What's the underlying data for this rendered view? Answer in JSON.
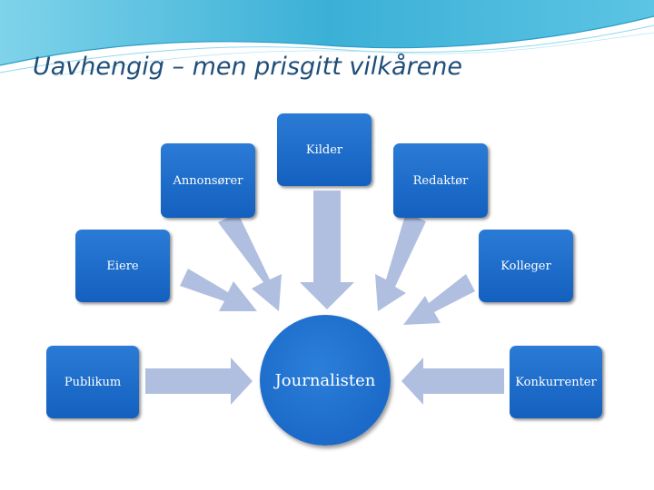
{
  "title": "Uavhengig – men prisgitt vilkårene",
  "center": {
    "label": "Journalisten"
  },
  "nodes": [
    {
      "id": "kilder",
      "label": "Kilder"
    },
    {
      "id": "annonsorer",
      "label": "Annonsører"
    },
    {
      "id": "redaktor",
      "label": "Redaktør"
    },
    {
      "id": "eiere",
      "label": "Eiere"
    },
    {
      "id": "kolleger",
      "label": "Kolleger"
    },
    {
      "id": "publikum",
      "label": "Publikum"
    },
    {
      "id": "konkurrenter",
      "label": "Konkurrenter"
    }
  ],
  "colors": {
    "box_fill": "#1a6ccc",
    "arrow_fill": "#b0bfe0",
    "title": "#1f4e79",
    "swoosh": "#3cb4d8"
  }
}
